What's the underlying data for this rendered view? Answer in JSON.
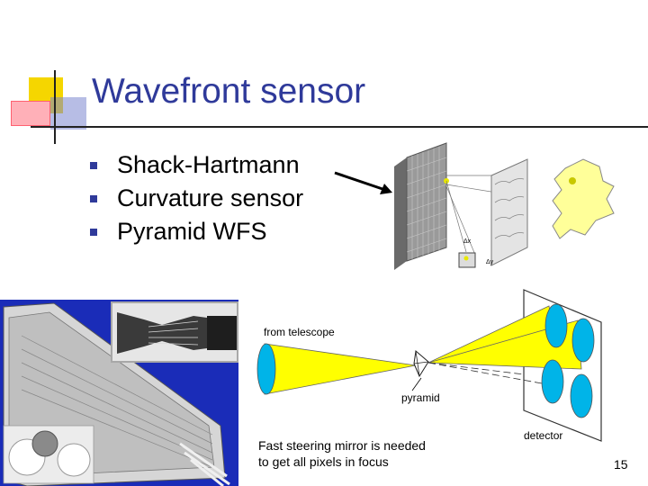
{
  "slide": {
    "title": "Wavefront sensor",
    "bullets": [
      {
        "text": "Shack-Hartmann"
      },
      {
        "text": "Curvature sensor"
      },
      {
        "text": "Pyramid WFS"
      }
    ],
    "caption_line1": "Fast steering mirror is needed",
    "caption_line2": "to get all pixels in focus",
    "page_number": "15"
  },
  "pyramid_diagram": {
    "from_label": "from telescope",
    "pyramid_label": "pyramid",
    "detector_label": "detector"
  },
  "sh_diagram": {
    "dx_label": "Δx",
    "dy_label": "Δy"
  },
  "colors": {
    "title": "#2f3a9a",
    "bullet": "#2f3a9a",
    "beam": "#ffff00",
    "pupil": "#00b4e8",
    "blob": "#ffff99"
  }
}
